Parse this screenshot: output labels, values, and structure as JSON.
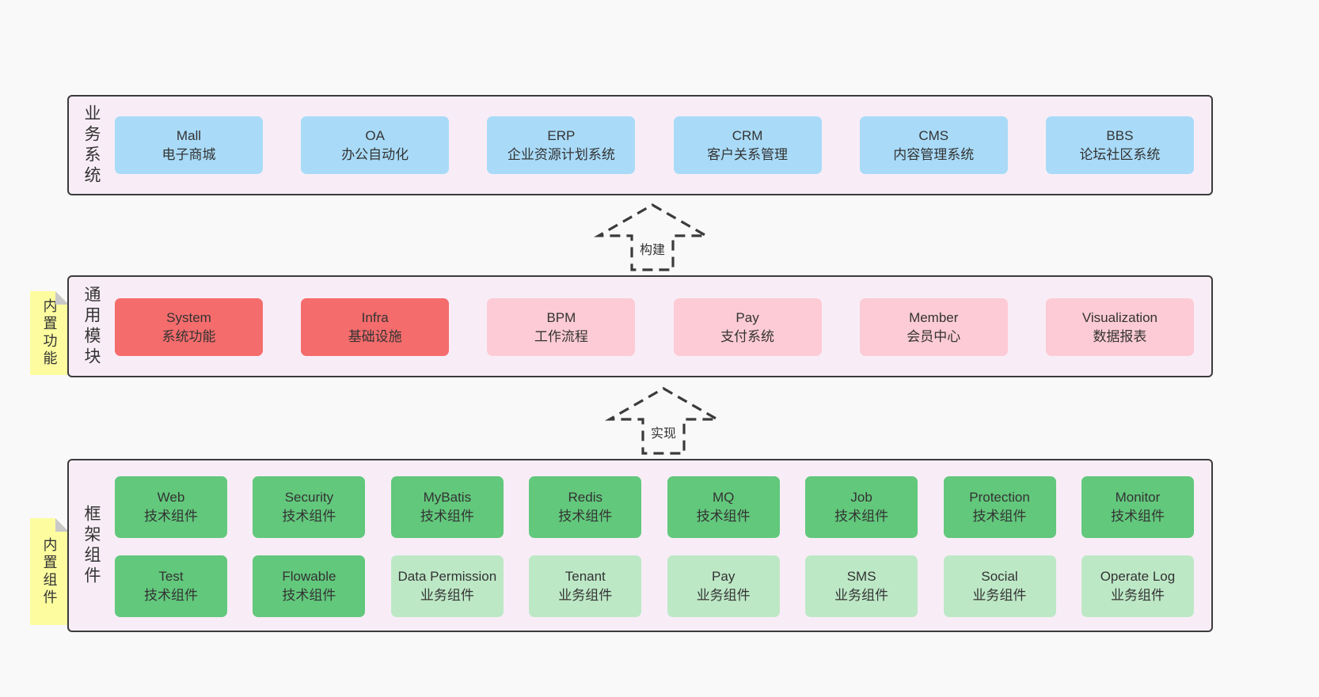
{
  "colors": {
    "page_bg": "#f9f9f9",
    "container_bg": "#f8edf6",
    "border": "#3b3b3b",
    "text": "#333333",
    "blue": "#a9dbf8",
    "red": "#f56c6c",
    "pink": "#fdcbd5",
    "green": "#62c87c",
    "lightgreen": "#bde8c6",
    "sticky": "#fdfda0",
    "fold": "#c9c9c9"
  },
  "arrows": [
    {
      "label": "构建"
    },
    {
      "label": "实现"
    }
  ],
  "sections": [
    {
      "label": "业务系统",
      "sticky": null,
      "rows": [
        [
          {
            "name": "Mall",
            "desc": "电子商城",
            "variant": "blue"
          },
          {
            "name": "OA",
            "desc": "办公自动化",
            "variant": "blue"
          },
          {
            "name": "ERP",
            "desc": "企业资源计划系统",
            "variant": "blue"
          },
          {
            "name": "CRM",
            "desc": "客户关系管理",
            "variant": "blue"
          },
          {
            "name": "CMS",
            "desc": "内容管理系统",
            "variant": "blue"
          },
          {
            "name": "BBS",
            "desc": "论坛社区系统",
            "variant": "blue"
          }
        ]
      ]
    },
    {
      "label": "通用模块",
      "sticky": "内置功能",
      "rows": [
        [
          {
            "name": "System",
            "desc": "系统功能",
            "variant": "red"
          },
          {
            "name": "Infra",
            "desc": "基础设施",
            "variant": "red"
          },
          {
            "name": "BPM",
            "desc": "工作流程",
            "variant": "pink"
          },
          {
            "name": "Pay",
            "desc": "支付系统",
            "variant": "pink"
          },
          {
            "name": "Member",
            "desc": "会员中心",
            "variant": "pink"
          },
          {
            "name": "Visualization",
            "desc": "数据报表",
            "variant": "pink"
          }
        ]
      ]
    },
    {
      "label": "框架组件",
      "sticky": "内置组件",
      "rows": [
        [
          {
            "name": "Web",
            "desc": "技术组件",
            "variant": "green"
          },
          {
            "name": "Security",
            "desc": "技术组件",
            "variant": "green"
          },
          {
            "name": "MyBatis",
            "desc": "技术组件",
            "variant": "green"
          },
          {
            "name": "Redis",
            "desc": "技术组件",
            "variant": "green"
          },
          {
            "name": "MQ",
            "desc": "技术组件",
            "variant": "green"
          },
          {
            "name": "Job",
            "desc": "技术组件",
            "variant": "green"
          },
          {
            "name": "Protection",
            "desc": "技术组件",
            "variant": "green"
          },
          {
            "name": "Monitor",
            "desc": "技术组件",
            "variant": "green"
          }
        ],
        [
          {
            "name": "Test",
            "desc": "技术组件",
            "variant": "green"
          },
          {
            "name": "Flowable",
            "desc": "技术组件",
            "variant": "green"
          },
          {
            "name": "Data Permission",
            "desc": "业务组件",
            "variant": "lightgreen"
          },
          {
            "name": "Tenant",
            "desc": "业务组件",
            "variant": "lightgreen"
          },
          {
            "name": "Pay",
            "desc": "业务组件",
            "variant": "lightgreen"
          },
          {
            "name": "SMS",
            "desc": "业务组件",
            "variant": "lightgreen"
          },
          {
            "name": "Social",
            "desc": "业务组件",
            "variant": "lightgreen"
          },
          {
            "name": "Operate Log",
            "desc": "业务组件",
            "variant": "lightgreen"
          }
        ]
      ]
    }
  ]
}
